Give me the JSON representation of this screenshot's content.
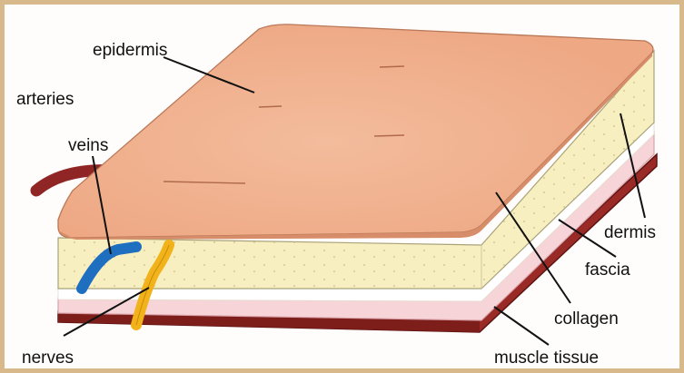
{
  "labels": {
    "epidermis": "epidermis",
    "arteries": "arteries",
    "veins": "veins",
    "dermis": "dermis",
    "fascia": "fascia",
    "collagen": "collagen",
    "nerves": "nerves",
    "muscle": "muscle tissue"
  },
  "colors": {
    "frame_border": "#d8b98c",
    "epidermis": "#efac87",
    "dermis": "#f8efc0",
    "fascia": "#f6d4d8",
    "muscle": "#9a2a26",
    "artery": "#8f2525",
    "vein": "#1e6fc0",
    "nerve": "#f2b21a"
  }
}
